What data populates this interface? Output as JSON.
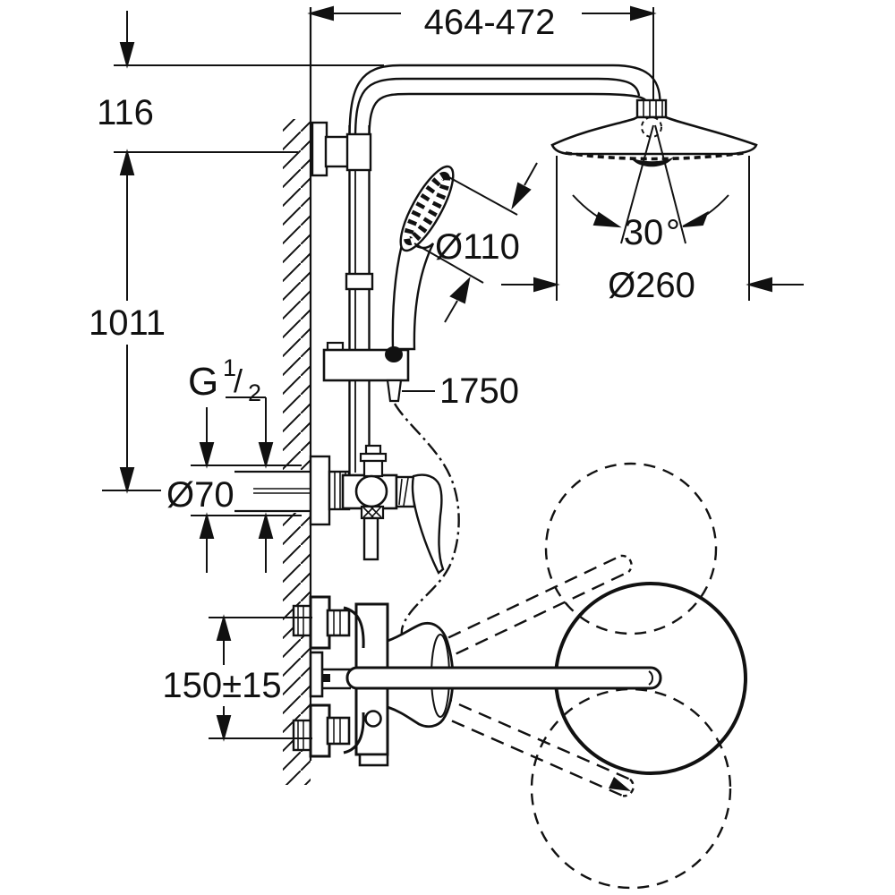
{
  "drawing": {
    "type": "technical-installation-drawing",
    "subject": "wall-mounted shower system with head shower, hand shower and bath spout mixer",
    "colors": {
      "line": "#111111",
      "background": "#ffffff"
    },
    "dimensions": {
      "top_width_range": "464-472",
      "arm_wall_offset": "116",
      "rail_height": "1011",
      "thread_prefix": "G",
      "thread_numerator": "1",
      "thread_slash": "/",
      "thread_denominator": "2",
      "escutcheon_diameter": "Ø70",
      "hand_shower_diameter": "Ø110",
      "head_swivel_angle": "30",
      "head_swivel_angle_unit": "°",
      "head_shower_diameter": "Ø260",
      "hose_length": "1750",
      "spout_center_height": "150±15"
    }
  }
}
